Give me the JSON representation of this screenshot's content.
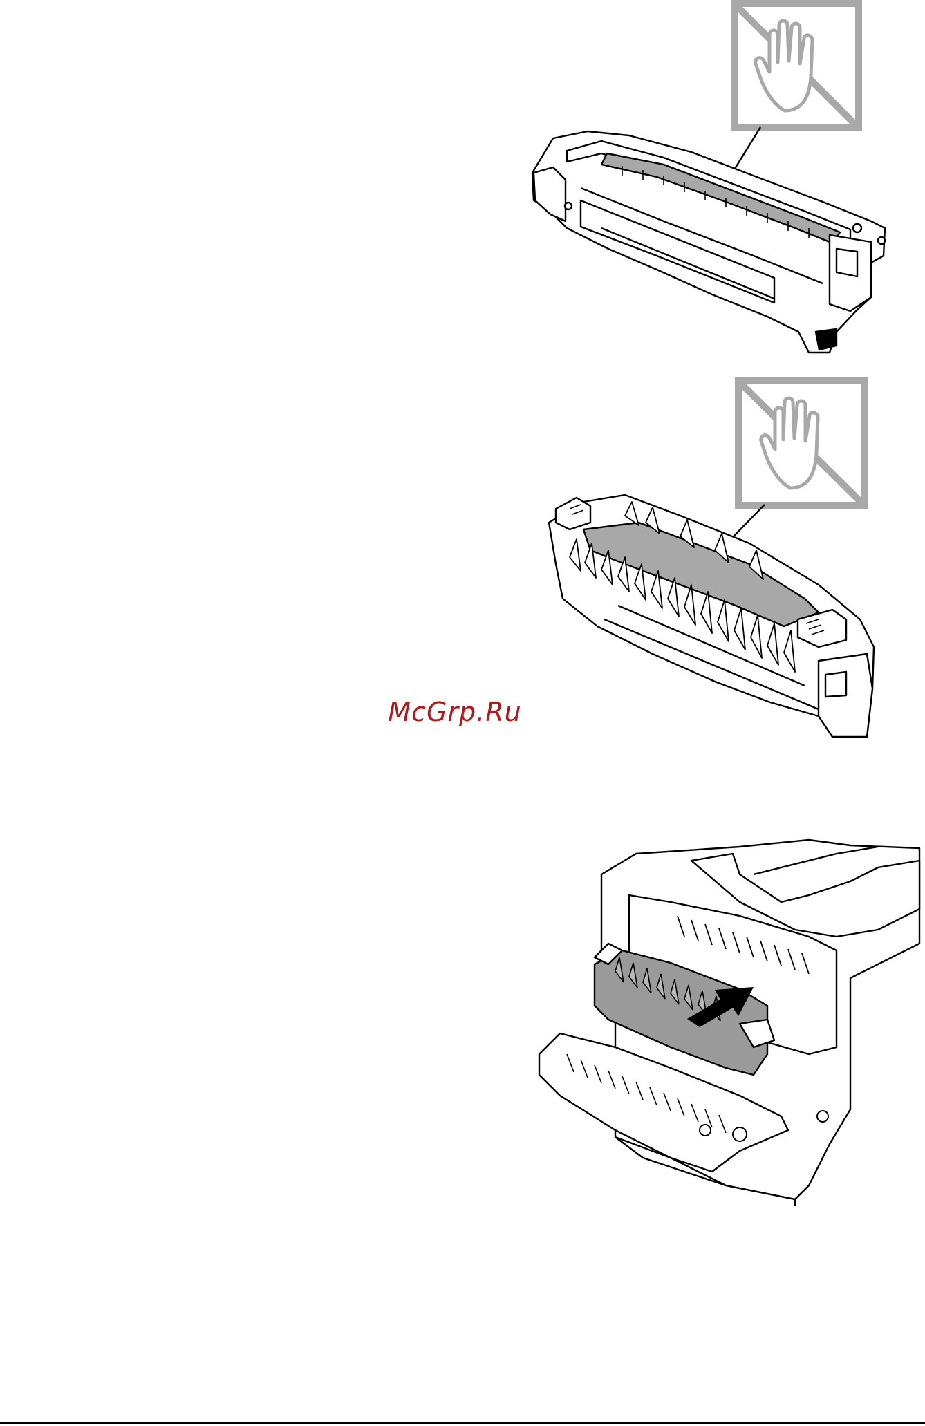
{
  "watermark": {
    "text": "McGrp.Ru",
    "color": "#b11a1a"
  },
  "figures": [
    {
      "name": "fuser-unit-closed",
      "warning_icon": "do-not-touch-icon"
    },
    {
      "name": "fuser-unit-open",
      "warning_icon": "do-not-touch-icon"
    },
    {
      "name": "printer-rear-fuser-insertion",
      "direction_icon": "insert-arrow-icon"
    }
  ],
  "colors": {
    "line": "#000000",
    "hot_surface": "#a8a8a8",
    "warning_grey": "#a8a8a8",
    "fuser_body_shaded": "#9a9a9a"
  }
}
